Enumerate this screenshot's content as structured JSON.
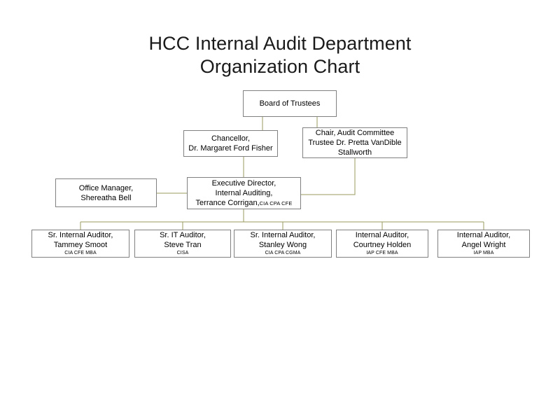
{
  "chart": {
    "title": "HCC Internal Audit Department\nOrganization Chart",
    "type": "org-chart",
    "colors": {
      "box_border": "#808080",
      "box_fill": "#ffffff",
      "connector": "#9a9a5c",
      "text": "#000000",
      "background": "#ffffff"
    },
    "nodes": {
      "board": {
        "line1": "Board of Trustees"
      },
      "chancellor": {
        "line1": "Chancellor,",
        "line2": "Dr. Margaret Ford Fisher"
      },
      "audit_chair": {
        "line1": "Chair, Audit Committee",
        "line2": "Trustee Dr. Pretta VanDible",
        "line3": "Stallworth"
      },
      "office_manager": {
        "line1": "Office Manager,",
        "line2": "Shereatha Bell"
      },
      "exec_director": {
        "line1": "Executive Director,",
        "line2": "Internal Auditing,",
        "line3": "Terrance Corrigan,",
        "credentials": "CIA CPA CFE"
      },
      "auditor_1": {
        "line1": "Sr. Internal Auditor,",
        "line2": "Tammey Smoot",
        "credentials": "CIA CFE MBA"
      },
      "auditor_2": {
        "line1": "Sr. IT Auditor,",
        "line2": "Steve Tran",
        "credentials": "CISA"
      },
      "auditor_3": {
        "line1": "Sr. Internal Auditor,",
        "line2": "Stanley Wong",
        "credentials": "CIA CPA CGMA"
      },
      "auditor_4": {
        "line1": "Internal Auditor,",
        "line2": "Courtney Holden",
        "credentials": "IAP CFE MBA"
      },
      "auditor_5": {
        "line1": "Internal Auditor,",
        "line2": "Angel Wright",
        "credentials": "IAP  MBA"
      }
    }
  }
}
